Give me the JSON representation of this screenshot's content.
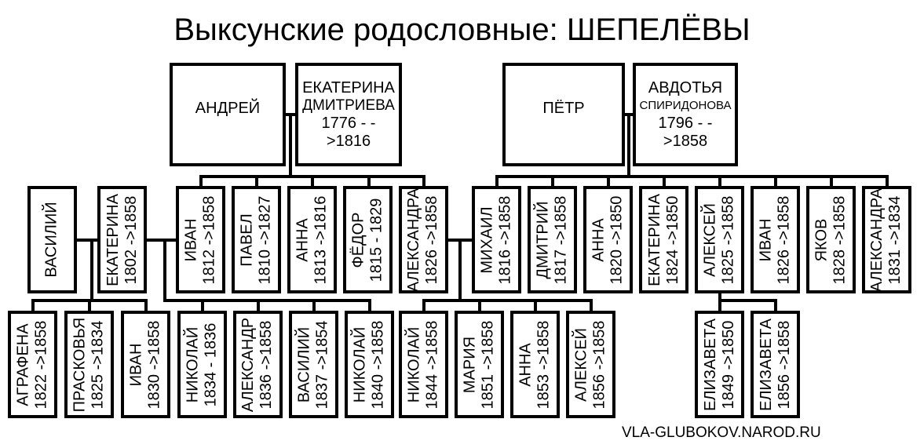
{
  "title": "Выксунские родословные: ШЕПЕЛЁВЫ",
  "credit": "VLA-GLUBOKOV.NAROD.RU",
  "colors": {
    "line": "#000000",
    "background": "#ffffff"
  },
  "spouses": [
    {
      "id": "andrey",
      "name": "АНДРЕЙ"
    },
    {
      "id": "ekaterina_d",
      "name": "ЕКАТЕРИНА",
      "patronymic": "ДМИТРИЕВА",
      "dates": "1776 - ->1816"
    },
    {
      "id": "petr",
      "name": "ПЁТР"
    },
    {
      "id": "avdotya",
      "name": "АВДОТЬЯ",
      "patronymic": "СПИРИДОНОВА",
      "dates": "1796 - ->1858"
    }
  ],
  "people": [
    {
      "id": "vasiliy_a",
      "name": "ВАСИЛИЙ",
      "dates": ""
    },
    {
      "id": "ekaterina_a",
      "name": "ЕКАТЕРИНА",
      "dates": "1802 ->1858"
    },
    {
      "id": "ivan_a",
      "name": "ИВАН",
      "dates": "1812 ->1858"
    },
    {
      "id": "pavel",
      "name": "ПАВЕЛ",
      "dates": "1810 ->1827"
    },
    {
      "id": "anna_a",
      "name": "АННА",
      "dates": "1813 ->1816"
    },
    {
      "id": "fedor",
      "name": "ФЁДОР",
      "dates": "1815 - 1829"
    },
    {
      "id": "aleksandra_a",
      "name": "АЛЕКСАНДРА",
      "dates": "1826 ->1858"
    },
    {
      "id": "mikhail",
      "name": "МИХАИЛ",
      "dates": "1816 ->1858"
    },
    {
      "id": "dmitriy",
      "name": "ДМИТРИЙ",
      "dates": "1817 ->1858"
    },
    {
      "id": "anna_p",
      "name": "АННА",
      "dates": "1820 ->1850"
    },
    {
      "id": "ekaterina_p",
      "name": "ЕКАТЕРИНА",
      "dates": "1824 ->1850"
    },
    {
      "id": "aleksey_p",
      "name": "АЛЕКСЕЙ",
      "dates": "1825 ->1858"
    },
    {
      "id": "ivan_p",
      "name": "ИВАН",
      "dates": "1826 ->1858"
    },
    {
      "id": "yakov",
      "name": "ЯКОВ",
      "dates": "1828 ->1858"
    },
    {
      "id": "aleksandra_p",
      "name": "АЛЕКСАНДРА",
      "dates": "1831 ->1834"
    },
    {
      "id": "agrafena",
      "name": "АГРАФЕНА",
      "dates": "1822 ->1858"
    },
    {
      "id": "praskovya",
      "name": "ПРАСКОВЬЯ",
      "dates": "1825 ->1834"
    },
    {
      "id": "ivan_v",
      "name": "ИВАН",
      "dates": "1830 ->1858"
    },
    {
      "id": "nikolay_e1",
      "name": "НИКОЛАЙ",
      "dates": "1834 - 1836"
    },
    {
      "id": "aleksandr_e",
      "name": "АЛЕКСАНДР",
      "dates": "1836 ->1858"
    },
    {
      "id": "vasiliy_e",
      "name": "ВАСИЛИЙ",
      "dates": "1837 ->1854"
    },
    {
      "id": "nikolay_e2",
      "name": "НИКОЛАЙ",
      "dates": "1840 ->1858"
    },
    {
      "id": "nikolay_m",
      "name": "НИКОЛАЙ",
      "dates": "1844 ->1858"
    },
    {
      "id": "mariya",
      "name": "МАРИЯ",
      "dates": "1851 ->1858"
    },
    {
      "id": "anna_m",
      "name": "АННА",
      "dates": "1853 ->1858"
    },
    {
      "id": "aleksey_m",
      "name": "АЛЕКСЕЙ",
      "dates": "1856 ->1858"
    },
    {
      "id": "elizaveta_1",
      "name": "ЕЛИЗАВЕТА",
      "dates": "1849 ->1850"
    },
    {
      "id": "elizaveta_2",
      "name": "ЕЛИЗАВЕТА",
      "dates": "1856 ->1858"
    }
  ]
}
